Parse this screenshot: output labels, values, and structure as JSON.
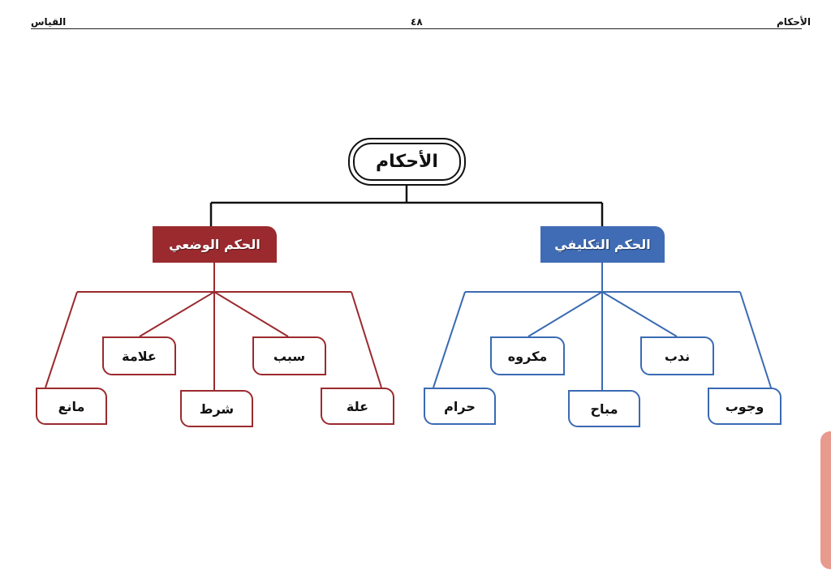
{
  "header": {
    "right": "الأحكام",
    "center": "٤٨",
    "left": "القياس"
  },
  "root": {
    "label": "الأحكام"
  },
  "taklifi": {
    "label": "الحكم التكليفي",
    "color": "#3f6cb5",
    "children": {
      "wujub": "وجوب",
      "nadb": "ندب",
      "mubah": "مباح",
      "makruh": "مكروه",
      "haram": "حرام"
    }
  },
  "wadi": {
    "label": "الحكم الوضعي",
    "color": "#9b2a2e",
    "children": {
      "illa": "علة",
      "sabab": "سبب",
      "shart": "شرط",
      "alama": "علامة",
      "mani": "مانع"
    }
  }
}
